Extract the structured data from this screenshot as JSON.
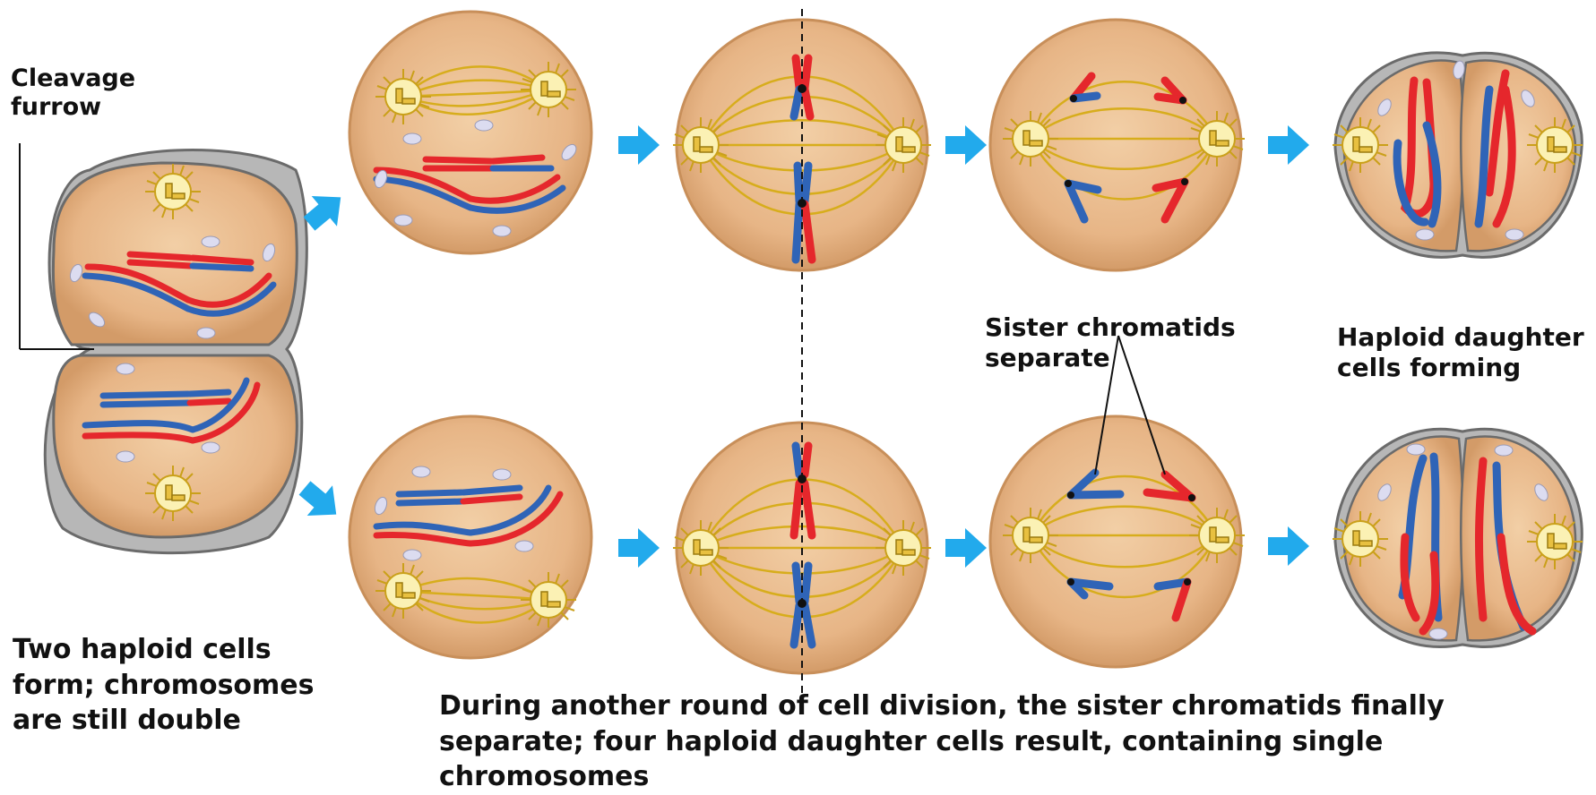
{
  "labels": {
    "cleavage_furrow": [
      "Cleavage",
      "furrow"
    ],
    "sister_chromatids": [
      "Sister chromatids",
      "separate"
    ],
    "haploid_forming": [
      "Haploid daughter",
      "cells forming"
    ],
    "two_haploid": [
      "Two haploid cells",
      "form; chromosomes",
      "are still double"
    ],
    "during_round": [
      "During another round of cell division, the sister chromatids finally",
      "separate; four haploid daughter cells result, containing single",
      "chromosomes"
    ]
  },
  "colors": {
    "cell_fill": "#e9b98a",
    "cell_edge": "#d49a66",
    "membrane": "#6b6b6b",
    "spindle": "#d7ad1c",
    "chromosome_red": "#e5272c",
    "chromosome_blue": "#2f64b7",
    "arrow": "#22aaec",
    "vesicle": "#dcdcf0"
  },
  "icons": {
    "arrow": "right-arrow-icon",
    "centrosome": "centrosome-icon"
  }
}
